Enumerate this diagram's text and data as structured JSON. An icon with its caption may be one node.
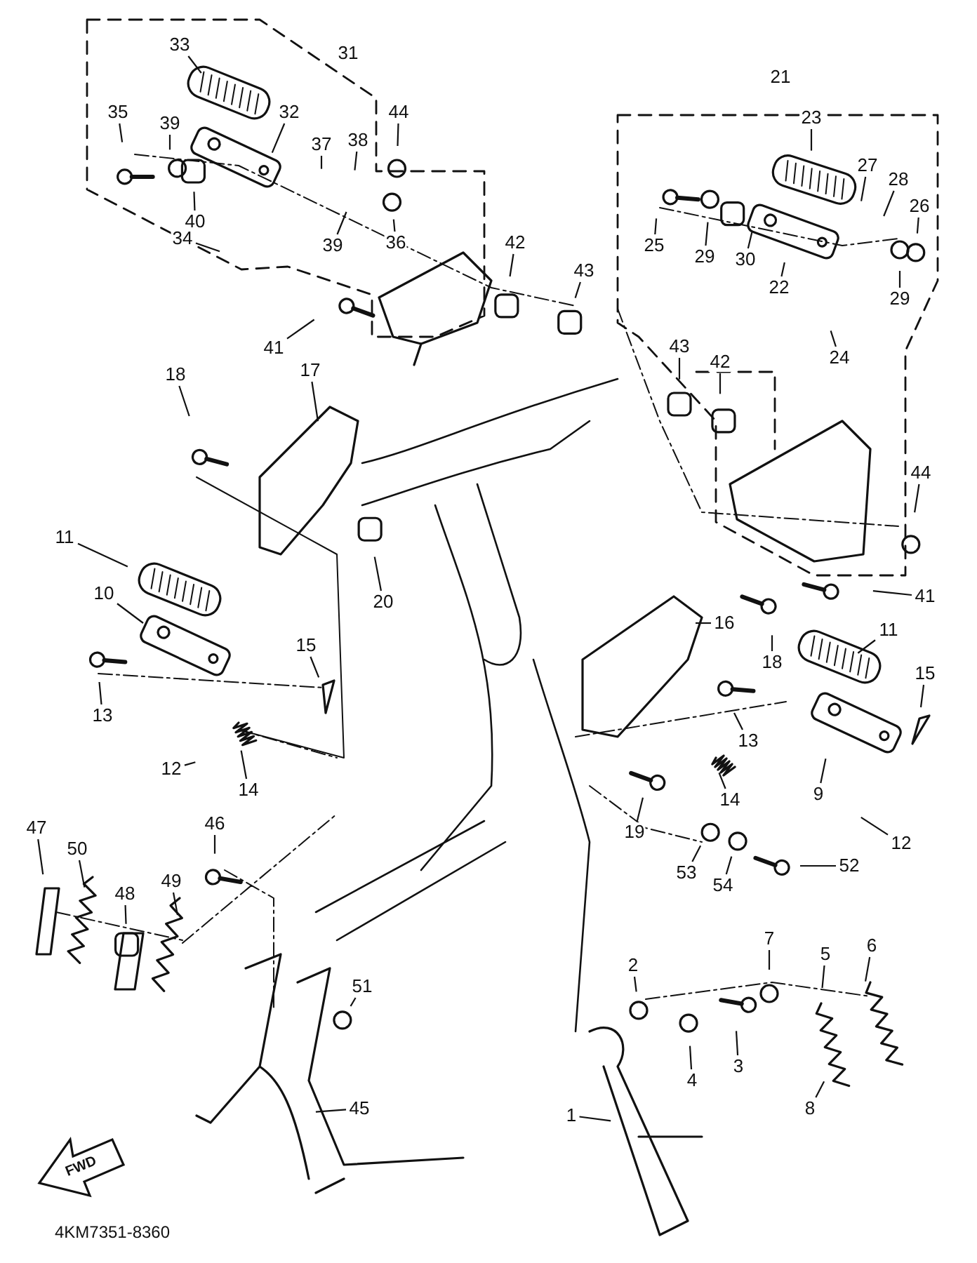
{
  "diagram": {
    "nodes": [
      {
        "text": [
          "33"
        ]
      },
      {
        "text": [
          "35"
        ]
      },
      {
        "text": [
          "39"
        ]
      },
      {
        "text": [
          "32"
        ]
      },
      {
        "text": [
          "37"
        ]
      },
      {
        "text": [
          "38"
        ]
      },
      {
        "text": [
          "44"
        ]
      },
      {
        "text": [
          "40"
        ]
      },
      {
        "text": [
          "39"
        ]
      },
      {
        "text": [
          "36"
        ]
      },
      {
        "text": [
          "34"
        ]
      },
      {
        "text": [
          "42"
        ]
      },
      {
        "text": [
          "43"
        ]
      },
      {
        "text": [
          "41"
        ]
      },
      {
        "text": [
          "23"
        ]
      },
      {
        "text": [
          "27"
        ]
      },
      {
        "text": [
          "28"
        ]
      },
      {
        "text": [
          "26"
        ]
      },
      {
        "text": [
          "25"
        ]
      },
      {
        "text": [
          "29"
        ]
      },
      {
        "text": [
          "30"
        ]
      },
      {
        "text": [
          "22"
        ]
      },
      {
        "text": [
          "29"
        ]
      },
      {
        "text": [
          "24"
        ]
      },
      {
        "text": [
          "43"
        ]
      },
      {
        "text": [
          "42"
        ]
      },
      {
        "text": [
          "44"
        ]
      },
      {
        "text": [
          "18"
        ]
      },
      {
        "text": [
          "17"
        ]
      },
      {
        "text": [
          "20"
        ]
      },
      {
        "text": [
          "11"
        ]
      },
      {
        "text": [
          "10"
        ]
      },
      {
        "text": [
          "15"
        ]
      },
      {
        "text": [
          "13"
        ]
      },
      {
        "text": [
          "12"
        ]
      },
      {
        "text": [
          "14"
        ]
      },
      {
        "text": [
          "41"
        ]
      },
      {
        "text": [
          "16"
        ]
      },
      {
        "text": [
          "11"
        ]
      },
      {
        "text": [
          "18"
        ]
      },
      {
        "text": [
          "15"
        ]
      },
      {
        "text": [
          "13"
        ]
      },
      {
        "text": [
          "14"
        ]
      },
      {
        "text": [
          "9"
        ]
      },
      {
        "text": [
          "19"
        ]
      },
      {
        "text": [
          "12"
        ]
      },
      {
        "text": [
          "53"
        ]
      },
      {
        "text": [
          "54"
        ]
      },
      {
        "text": [
          "52"
        ]
      },
      {
        "text": [
          "47"
        ]
      },
      {
        "text": [
          "50"
        ]
      },
      {
        "text": [
          "48"
        ]
      },
      {
        "text": [
          "49"
        ]
      },
      {
        "text": [
          "46"
        ]
      },
      {
        "text": [
          "51"
        ]
      },
      {
        "text": [
          "45"
        ]
      },
      {
        "text": [
          "7"
        ]
      },
      {
        "text": [
          "2"
        ]
      },
      {
        "text": [
          "5"
        ]
      },
      {
        "text": [
          "6"
        ]
      },
      {
        "text": [
          "4"
        ]
      },
      {
        "text": [
          "3"
        ]
      },
      {
        "text": [
          "8"
        ]
      },
      {
        "text": [
          "1"
        ]
      },
      {
        "text": [
          "31"
        ]
      },
      {
        "text": [
          "21"
        ]
      }
    ],
    "edges": [
      {
        "from": 0,
        "to": null,
        "arrow": "none"
      },
      {
        "from": 1,
        "to": null,
        "arrow": "none"
      },
      {
        "from": 2,
        "to": null,
        "arrow": "none"
      },
      {
        "from": 3,
        "to": null,
        "arrow": "none"
      },
      {
        "from": 4,
        "to": null,
        "arrow": "none"
      },
      {
        "from": 5,
        "to": null,
        "arrow": "none"
      },
      {
        "from": 6,
        "to": null,
        "arrow": "none"
      },
      {
        "from": 7,
        "to": null,
        "arrow": "none"
      },
      {
        "from": 8,
        "to": null,
        "arrow": "none"
      },
      {
        "from": 9,
        "to": null,
        "arrow": "none"
      },
      {
        "from": 10,
        "to": null,
        "arrow": "none"
      },
      {
        "from": 11,
        "to": null,
        "arrow": "none"
      },
      {
        "from": 12,
        "to": null,
        "arrow": "none"
      },
      {
        "from": 13,
        "to": null,
        "arrow": "none"
      },
      {
        "from": 14,
        "to": null,
        "arrow": "none"
      },
      {
        "from": 15,
        "to": null,
        "arrow": "none"
      },
      {
        "from": 16,
        "to": null,
        "arrow": "none"
      },
      {
        "from": 17,
        "to": null,
        "arrow": "none"
      },
      {
        "from": 18,
        "to": null,
        "arrow": "none"
      },
      {
        "from": 19,
        "to": null,
        "arrow": "none"
      },
      {
        "from": 20,
        "to": null,
        "arrow": "none"
      },
      {
        "from": 21,
        "to": null,
        "arrow": "none"
      },
      {
        "from": 22,
        "to": null,
        "arrow": "none"
      },
      {
        "from": 23,
        "to": null,
        "arrow": "none"
      },
      {
        "from": 24,
        "to": null,
        "arrow": "none"
      },
      {
        "from": 25,
        "to": null,
        "arrow": "none"
      },
      {
        "from": 26,
        "to": null,
        "arrow": "none"
      },
      {
        "from": 27,
        "to": null,
        "arrow": "none"
      },
      {
        "from": 28,
        "to": null,
        "arrow": "none"
      },
      {
        "from": 29,
        "to": null,
        "arrow": "none"
      },
      {
        "from": 30,
        "to": null,
        "arrow": "none"
      },
      {
        "from": 31,
        "to": null,
        "arrow": "none"
      },
      {
        "from": 32,
        "to": null,
        "arrow": "none"
      },
      {
        "from": 33,
        "to": null,
        "arrow": "none"
      },
      {
        "from": 34,
        "to": null,
        "arrow": "none"
      },
      {
        "from": 35,
        "to": null,
        "arrow": "none"
      },
      {
        "from": 36,
        "to": null,
        "arrow": "none"
      },
      {
        "from": 37,
        "to": null,
        "arrow": "none"
      },
      {
        "from": 38,
        "to": null,
        "arrow": "none"
      },
      {
        "from": 39,
        "to": null,
        "arrow": "none"
      },
      {
        "from": 40,
        "to": null,
        "arrow": "none"
      },
      {
        "from": 41,
        "to": null,
        "arrow": "none"
      },
      {
        "from": 42,
        "to": null,
        "arrow": "none"
      },
      {
        "from": 43,
        "to": null,
        "arrow": "none"
      },
      {
        "from": 44,
        "to": null,
        "arrow": "none"
      },
      {
        "from": 45,
        "to": null,
        "arrow": "none"
      },
      {
        "from": 46,
        "to": null,
        "arrow": "none"
      },
      {
        "from": 47,
        "to": null,
        "arrow": "none"
      },
      {
        "from": 48,
        "to": null,
        "arrow": "none"
      },
      {
        "from": 49,
        "to": null,
        "arrow": "none"
      },
      {
        "from": 50,
        "to": null,
        "arrow": "none"
      },
      {
        "from": 51,
        "to": null,
        "arrow": "none"
      },
      {
        "from": 52,
        "to": null,
        "arrow": "none"
      },
      {
        "from": 53,
        "to": null,
        "arrow": "none"
      },
      {
        "from": 54,
        "to": null,
        "arrow": "none"
      },
      {
        "from": 55,
        "to": null,
        "arrow": "none"
      },
      {
        "from": 56,
        "to": null,
        "arrow": "none"
      },
      {
        "from": 57,
        "to": null,
        "arrow": "none"
      },
      {
        "from": 58,
        "to": null,
        "arrow": "none"
      },
      {
        "from": 59,
        "to": null,
        "arrow": "none"
      },
      {
        "from": 60,
        "to": null,
        "arrow": "none"
      },
      {
        "from": 61,
        "to": null,
        "arrow": "none"
      },
      {
        "from": 62,
        "to": null,
        "arrow": "none"
      },
      {
        "from": 63,
        "to": null,
        "arrow": "none"
      }
    ],
    "labels": [
      "FWD",
      "4KM7351-8360"
    ]
  }
}
